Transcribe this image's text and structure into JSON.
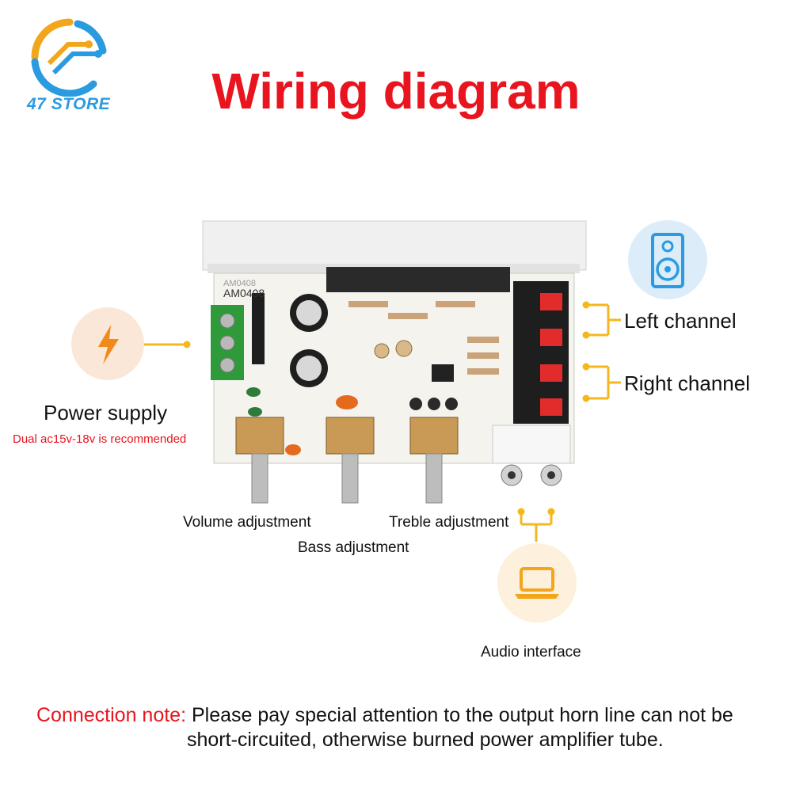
{
  "logo": {
    "brand": "47 STORE"
  },
  "title": "Wiring diagram",
  "board": {
    "model_top": "AM0408",
    "model": "AM0408"
  },
  "power": {
    "label": "Power supply",
    "note": "Dual ac15v-18v is recommended",
    "icon": "lightning-bolt"
  },
  "speaker": {
    "icon": "speaker",
    "left": "Left channel",
    "right": "Right channel"
  },
  "knobs": {
    "volume": "Volume adjustment",
    "bass": "Bass adjustment",
    "treble": "Treble adjustment"
  },
  "audio": {
    "label": "Audio interface",
    "icon": "laptop"
  },
  "note": {
    "prefix": "Connection note:",
    "line1": "Please pay special attention to the output horn line can not be",
    "line2": "short-circuited, otherwise burned power amplifier tube."
  },
  "colors": {
    "title": "#e8141e",
    "accent_line": "#f5b81c",
    "logo_blue": "#2a9be0",
    "logo_orange": "#f3a51b"
  }
}
